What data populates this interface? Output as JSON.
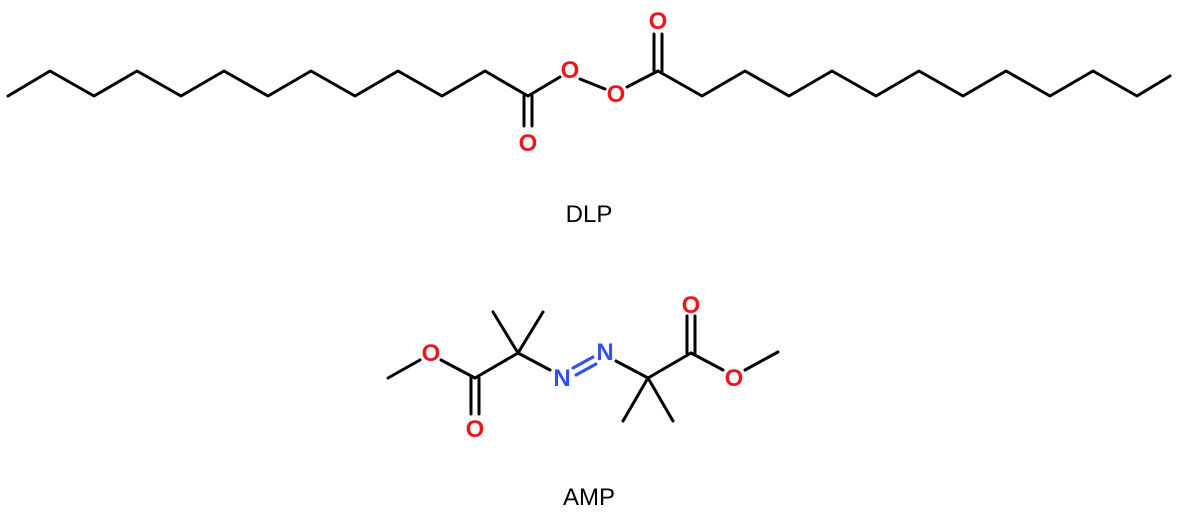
{
  "colors": {
    "bond": "#000000",
    "oxygen": "#e8181d",
    "nitrogen": "#3050f8",
    "background": "#ffffff"
  },
  "molecules": [
    {
      "label": "DLP",
      "atoms": [
        {
          "name": "ester-carbonyl-oxygen-left",
          "symbol": "O",
          "element": "oxygen"
        },
        {
          "name": "peroxide-oxygen-1",
          "symbol": "O",
          "element": "oxygen"
        },
        {
          "name": "peroxide-oxygen-2",
          "symbol": "O",
          "element": "oxygen"
        },
        {
          "name": "ester-carbonyl-oxygen-right",
          "symbol": "O",
          "element": "oxygen"
        }
      ]
    },
    {
      "label": "AMP",
      "atoms": [
        {
          "name": "methoxy-oxygen-left",
          "symbol": "O",
          "element": "oxygen"
        },
        {
          "name": "carbonyl-oxygen-left",
          "symbol": "O",
          "element": "oxygen"
        },
        {
          "name": "azo-nitrogen-1",
          "symbol": "N",
          "element": "nitrogen"
        },
        {
          "name": "azo-nitrogen-2",
          "symbol": "N",
          "element": "nitrogen"
        },
        {
          "name": "carbonyl-oxygen-right",
          "symbol": "O",
          "element": "oxygen"
        },
        {
          "name": "methoxy-oxygen-right",
          "symbol": "O",
          "element": "oxygen"
        }
      ]
    }
  ]
}
